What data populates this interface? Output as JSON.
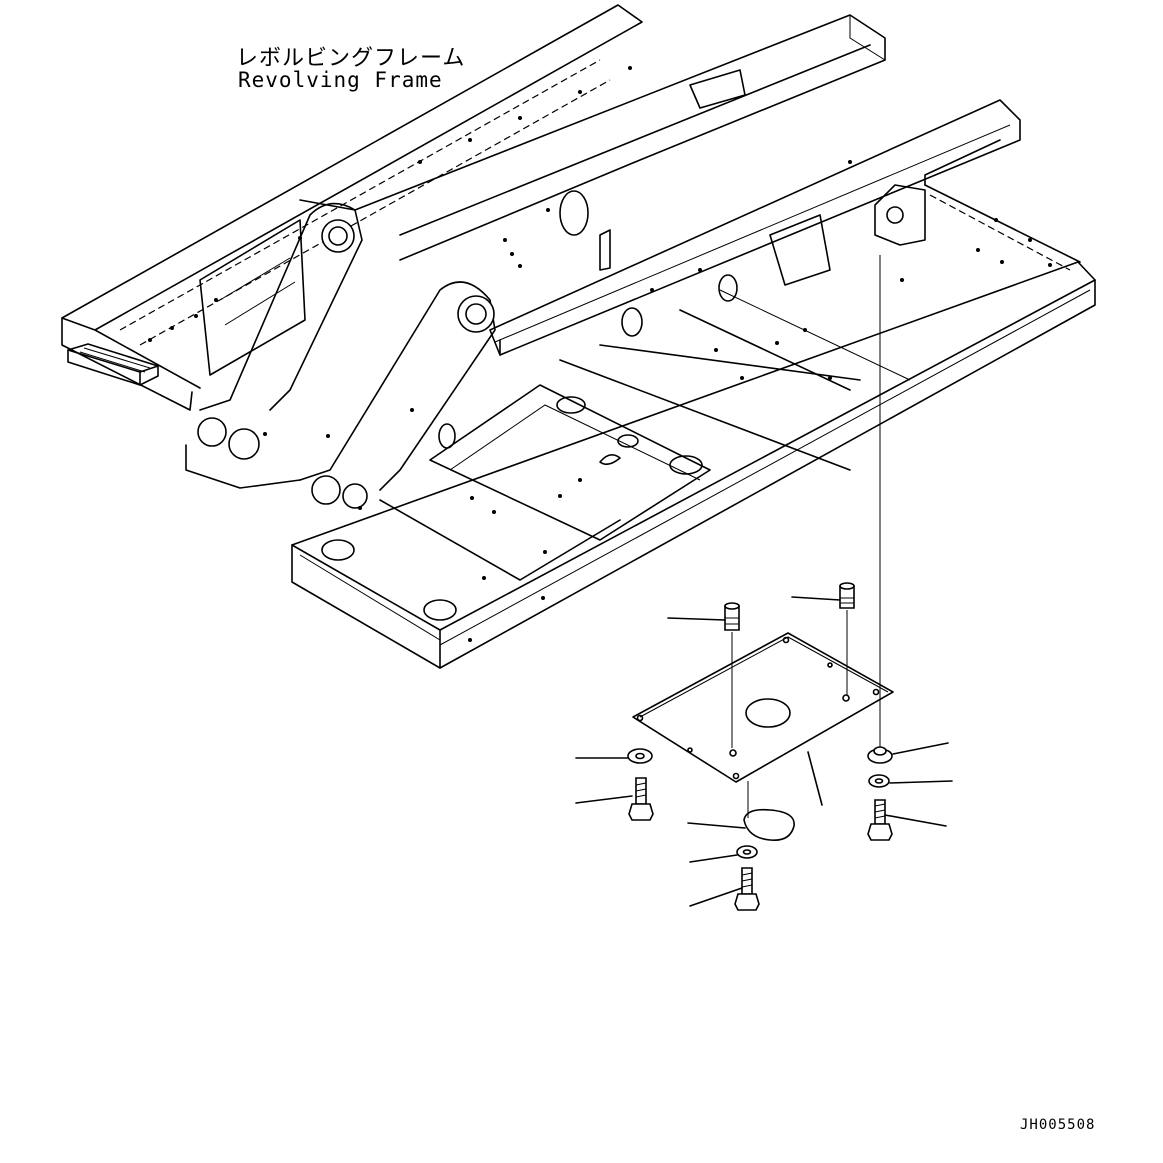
{
  "frame_label": {
    "japanese": "レボルビングフレーム",
    "english": "Revolving Frame"
  },
  "drawing_code": "JH005508"
}
